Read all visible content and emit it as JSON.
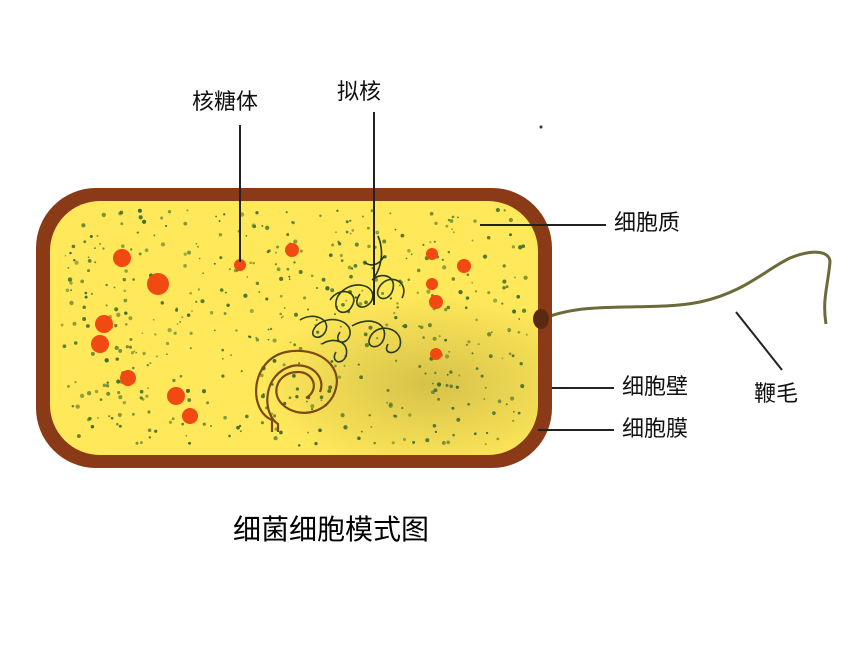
{
  "labels": {
    "ribosome": "核糖体",
    "nucleoid": "拟核",
    "cytoplasm": "细胞质",
    "flagellum": "鞭毛",
    "cell_wall": "细胞壁",
    "cell_membrane": "细胞膜"
  },
  "caption": "细菌细胞模式图",
  "colors": {
    "cell_wall": "#8a3a16",
    "cytoplasm": "#ffe85a",
    "granule": "#3f6b2a",
    "ribosome_dot": "#f04a12",
    "nucleoid": "#2a3b1a",
    "flagellum": "#6b6a3a",
    "leader": "#222222"
  }
}
